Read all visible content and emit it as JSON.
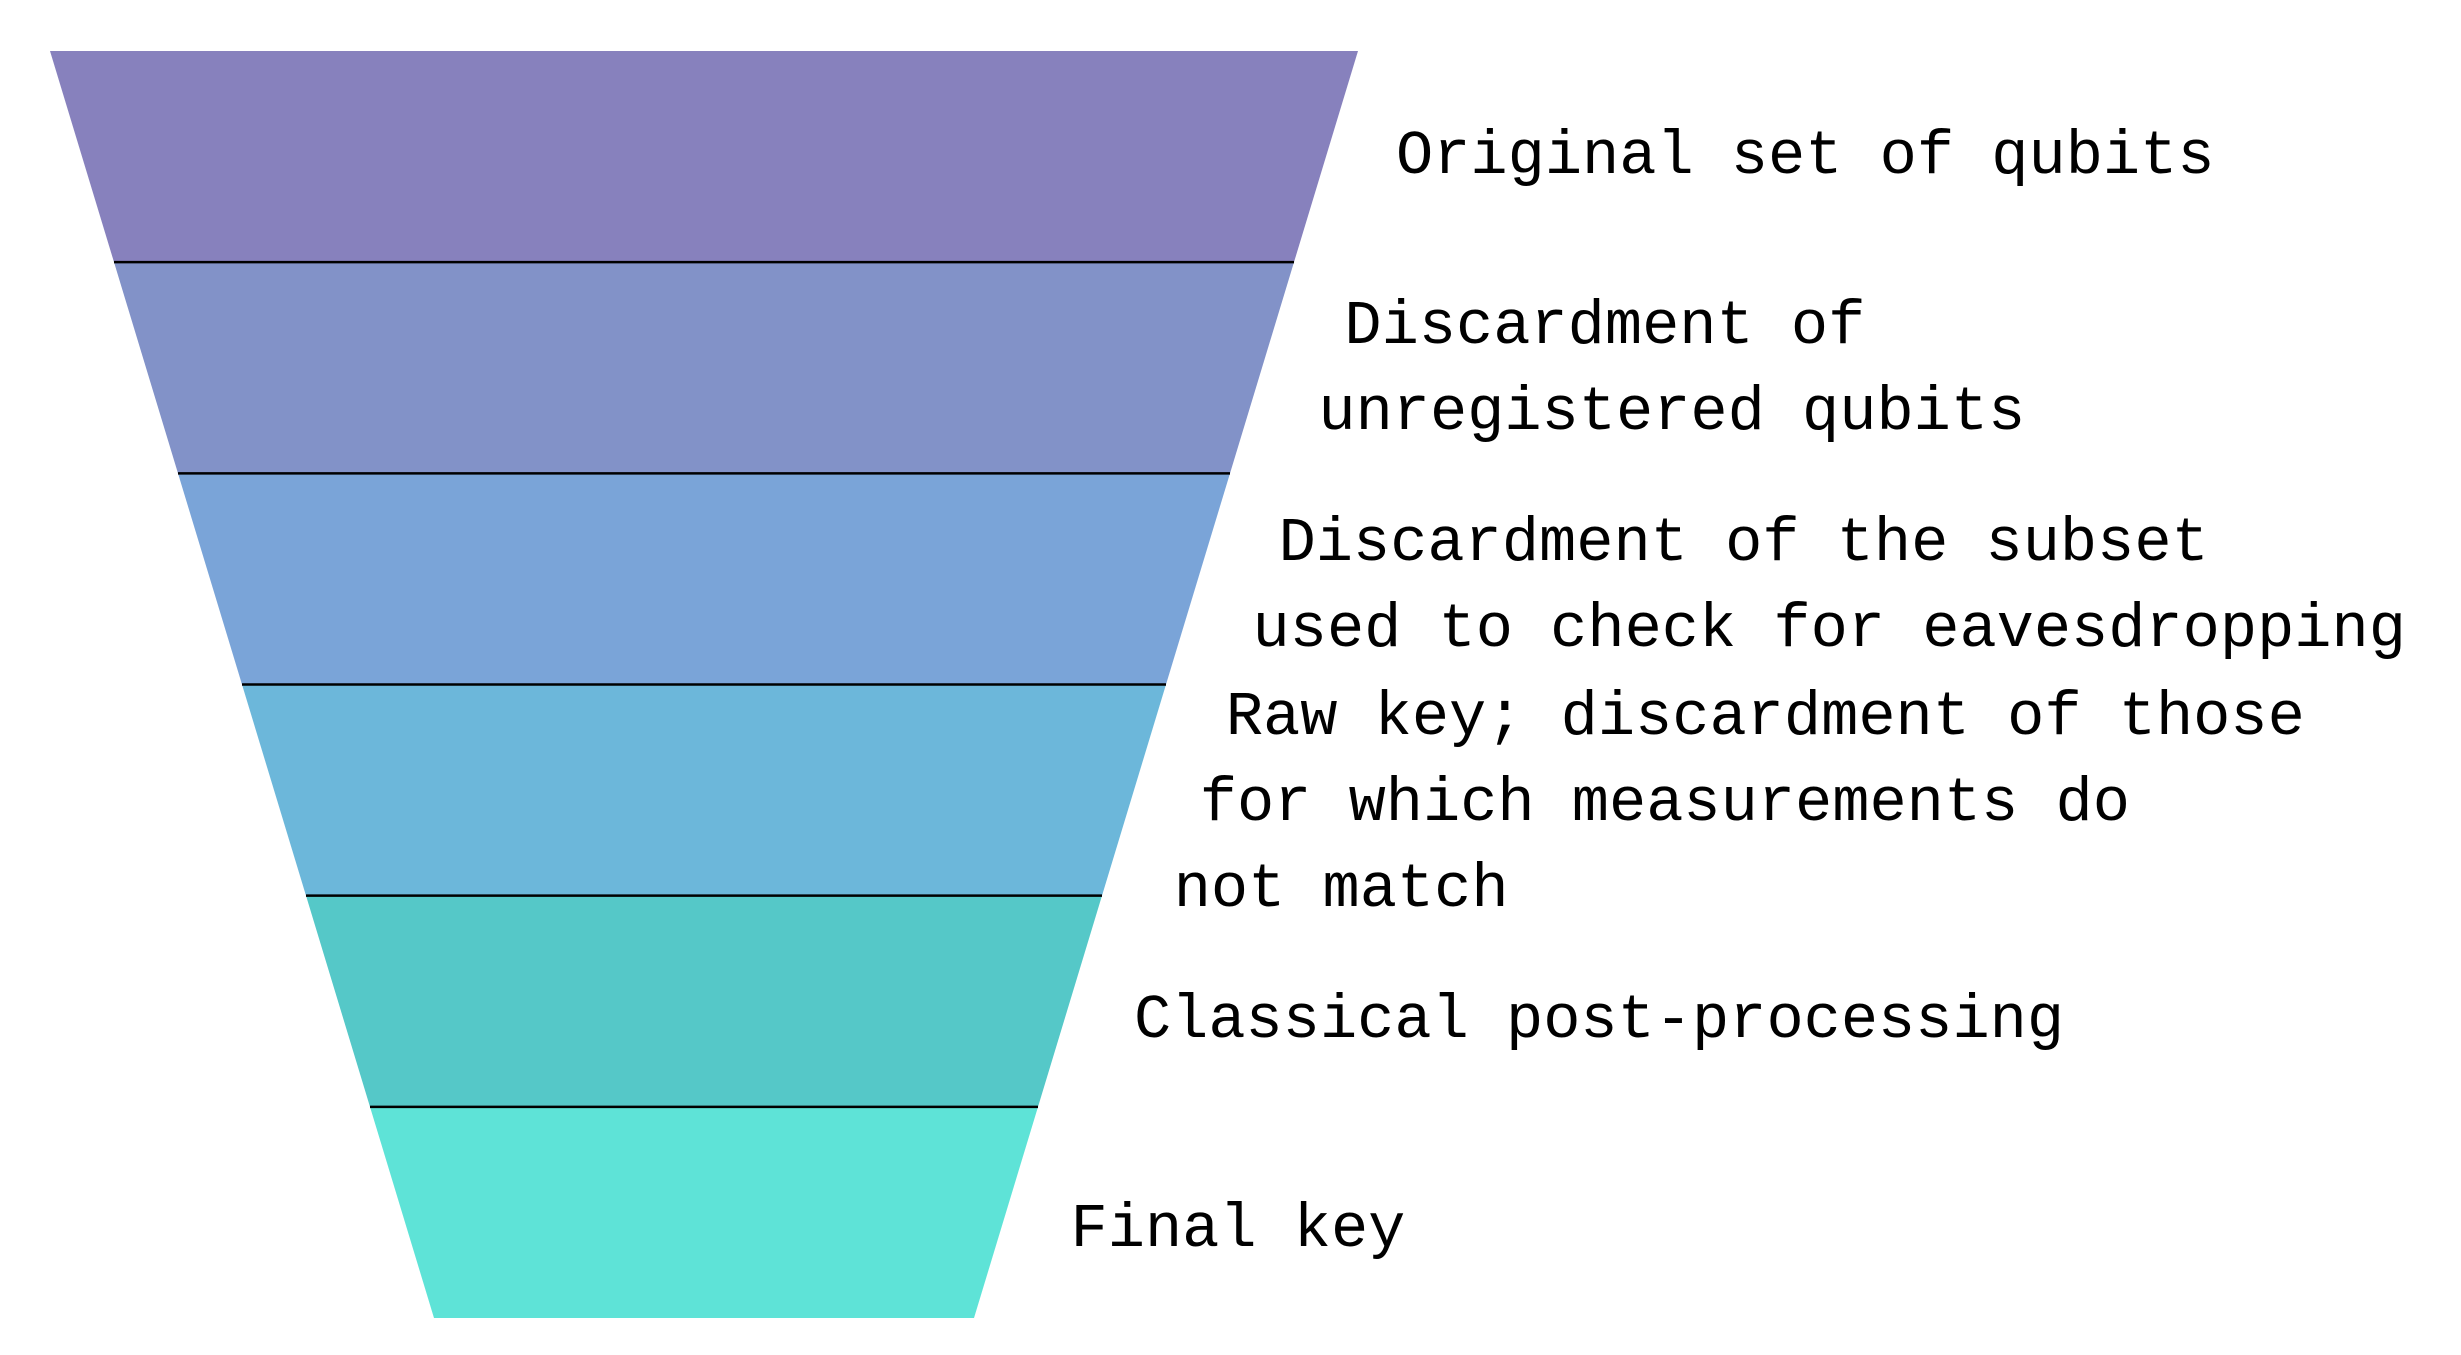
{
  "diagram": {
    "type": "funnel",
    "orientation": "inverted (wide top, narrow bottom)",
    "background_color": "#ffffff",
    "separator_color": "#000000",
    "text_color": "#000000",
    "stages": [
      {
        "color": "#8781bd",
        "label_lines": [
          "Original set of qubits"
        ]
      },
      {
        "color": "#8292c8",
        "label_lines": [
          "Discardment of",
          "unregistered qubits"
        ]
      },
      {
        "color": "#7aa4d8",
        "label_lines": [
          "Discardment of the subset",
          "used to check for eavesdropping"
        ]
      },
      {
        "color": "#6cb7da",
        "label_lines": [
          "Raw key; discardment of those",
          "for which measurements do",
          "not match"
        ]
      },
      {
        "color": "#55c8c8",
        "label_lines": [
          "Classical post-processing"
        ]
      },
      {
        "color": "#5ee3d7",
        "label_lines": [
          "Final key"
        ]
      }
    ]
  }
}
